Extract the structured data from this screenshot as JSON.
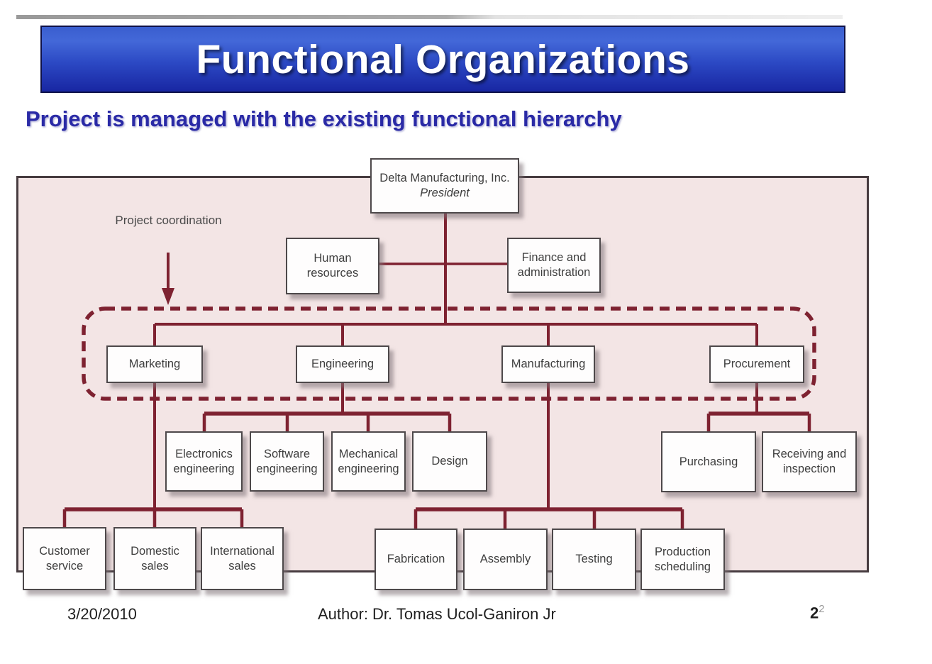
{
  "slide": {
    "title": "Functional Organizations",
    "subtitle": "Project is managed with the existing functional hierarchy",
    "footer": {
      "date": "3/20/2010",
      "author": "Author: Dr. Tomas Ucol-Ganiron Jr",
      "page_number": "2",
      "page_superscript": "2"
    }
  },
  "colors": {
    "banner_blue_top": "#3a5ecf",
    "banner_blue_bottom": "#1826a2",
    "subtitle_blue": "#2a2aa6",
    "panel_pink": "#f3e5e5",
    "connector_maroon": "#7e2231",
    "box_border_gray": "#4d484a"
  },
  "diagram": {
    "annotation": {
      "label": "Project coordination"
    },
    "root": {
      "company": "Delta Manufacturing, Inc.",
      "role": "President"
    },
    "staff_units": [
      "Human resources",
      "Finance and administration"
    ],
    "departments": [
      {
        "name": "Marketing",
        "children": [
          "Customer service",
          "Domestic sales",
          "International sales"
        ]
      },
      {
        "name": "Engineering",
        "children": [
          "Electronics engineering",
          "Software engineering",
          "Mechanical engineering",
          "Design"
        ]
      },
      {
        "name": "Manufacturing",
        "children": [
          "Fabrication",
          "Assembly",
          "Testing",
          "Production scheduling"
        ]
      },
      {
        "name": "Procurement",
        "children": [
          "Purchasing",
          "Receiving and inspection"
        ]
      }
    ]
  }
}
